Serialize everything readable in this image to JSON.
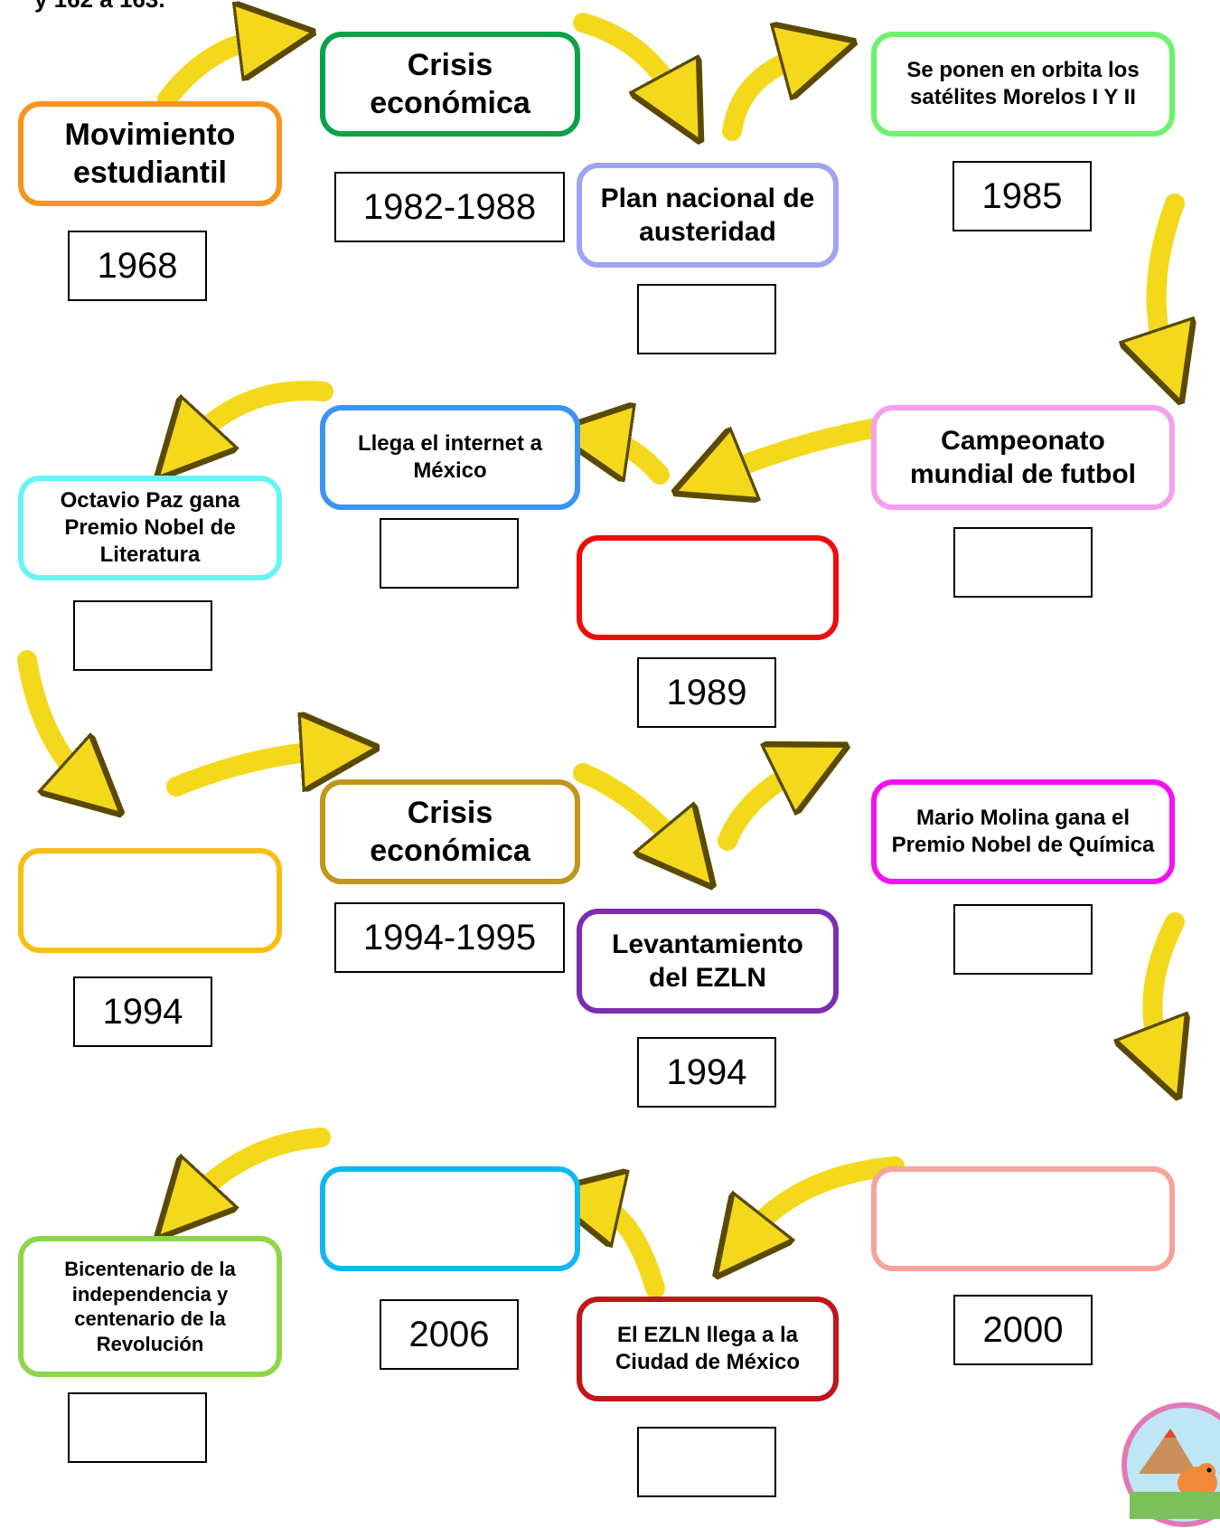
{
  "header_fragment": "y 162 a 163.",
  "events": [
    {
      "id": "movimiento",
      "label": "Movimiento estudiantil",
      "year": "1968",
      "color": "#f7941d"
    },
    {
      "id": "crisis1",
      "label": "Crisis económica",
      "year": "1982-1988",
      "color": "#0aa14b"
    },
    {
      "id": "austeridad",
      "label": "Plan nacional de austeridad",
      "year": "",
      "color": "#9fa3f2"
    },
    {
      "id": "satelites",
      "label": "Se ponen en orbita los satélites Morelos I Y II",
      "year": "1985",
      "color": "#6cf26c"
    },
    {
      "id": "campeonato",
      "label": "Campeonato mundial de futbol",
      "year": "",
      "color": "#f4a0ee"
    },
    {
      "id": "rojo",
      "label": "",
      "year": "1989",
      "color": "#f00c0c"
    },
    {
      "id": "internet",
      "label": "Llega el internet a México",
      "year": "",
      "color": "#3b93f3"
    },
    {
      "id": "octavio",
      "label": "Octavio Paz gana Premio Nobel de Literatura",
      "year": "",
      "color": "#67f4f7"
    },
    {
      "id": "amarillo",
      "label": "",
      "year": "1994",
      "color": "#f7bf16"
    },
    {
      "id": "crisis2",
      "label": "Crisis económica",
      "year": "1994-1995",
      "color": "#c0961c"
    },
    {
      "id": "ezln",
      "label": "Levantamiento del EZLN",
      "year": "1994",
      "color": "#7b2fb0"
    },
    {
      "id": "molina",
      "label": "Mario Molina gana el Premio Nobel de Química",
      "year": "",
      "color": "#f412f1"
    },
    {
      "id": "salmon",
      "label": "",
      "year": "2000",
      "color": "#f6a39b"
    },
    {
      "id": "ezlncdmx",
      "label": "El EZLN llega a la Ciudad de México",
      "year": "",
      "color": "#c0161c"
    },
    {
      "id": "azul",
      "label": "",
      "year": "2006",
      "color": "#13b6f0"
    },
    {
      "id": "bicentenario",
      "label": "Bicentenario de la independencia y centenario de la Revolución",
      "year": "",
      "color": "#8dd64a"
    }
  ],
  "arrow_color": "#f4d81c"
}
